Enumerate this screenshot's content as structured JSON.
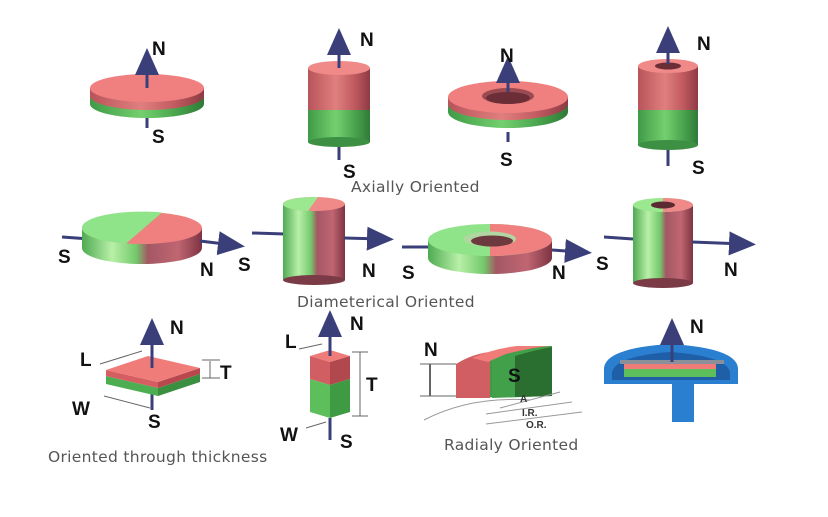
{
  "poles": {
    "north": "N",
    "south": "S"
  },
  "captions": {
    "axial": "Axially Oriented",
    "diametrical": "Diameterical Oriented",
    "thickness": "Oriented through thickness",
    "radial": "Radialy Oriented"
  },
  "dimensions": {
    "length": "L",
    "width": "W",
    "thickness": "T",
    "arc": "A",
    "inner_radius": "I.R.",
    "outer_radius": "O.R."
  },
  "colors": {
    "north_face": "#f07a78",
    "south_face": "#5cbf5c",
    "arrow": "#3a3f7a",
    "housing": "#2a7fd0"
  }
}
